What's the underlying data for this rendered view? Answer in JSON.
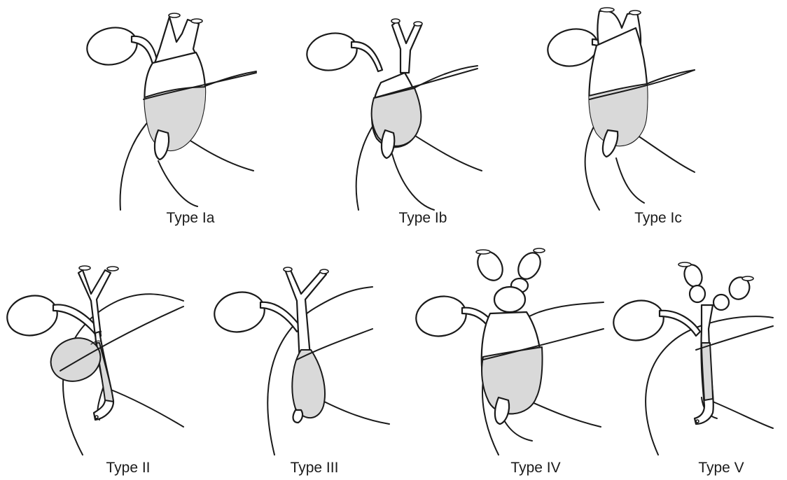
{
  "figure": {
    "panels": [
      {
        "id": "Ia",
        "label": "Type Ia"
      },
      {
        "id": "Ib",
        "label": "Type Ib"
      },
      {
        "id": "Ic",
        "label": "Type Ic"
      },
      {
        "id": "II",
        "label": "Type II"
      },
      {
        "id": "III",
        "label": "Type III"
      },
      {
        "id": "IV",
        "label": "Type IV"
      },
      {
        "id": "V",
        "label": "Type V"
      }
    ],
    "colors": {
      "outline": "#1a1a1a",
      "cyst_fill": "#d9d9d9",
      "background": "#ffffff"
    }
  }
}
